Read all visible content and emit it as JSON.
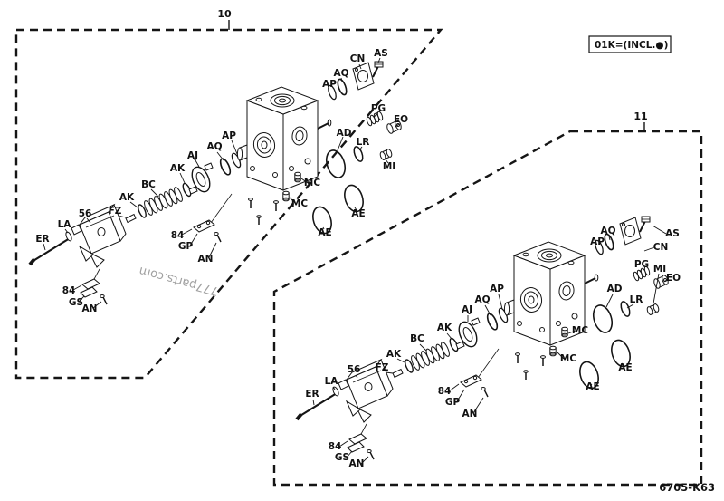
{
  "page": {
    "legend": "01K=(INCL.●)",
    "drawing_code": "6705-K63",
    "watermark": "777parts.com"
  },
  "assemblies": [
    {
      "number": "10"
    },
    {
      "number": "11"
    }
  ],
  "labels": [
    "CN",
    "AS",
    "AQ",
    "AP",
    "PG",
    "EO",
    "AD",
    "LR",
    "MI",
    "AP",
    "AQ",
    "AJ",
    "AK",
    "BC",
    "AK",
    "FZ",
    "56",
    "LA",
    "ER",
    "84",
    "GP",
    "AN",
    "MC",
    "MC",
    "AE",
    "AE",
    "84",
    "GS",
    "AN"
  ]
}
